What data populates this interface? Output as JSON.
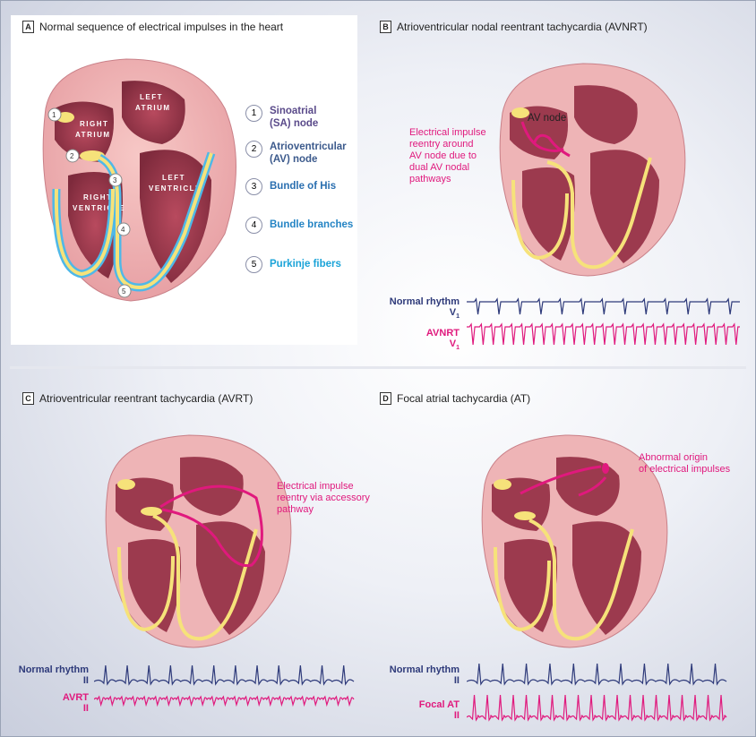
{
  "panels": {
    "a": {
      "letter": "A",
      "title": "Normal sequence of electrical impulses in the heart"
    },
    "b": {
      "letter": "B",
      "title": "Atrioventricular nodal reentrant tachycardia (AVNRT)"
    },
    "c": {
      "letter": "C",
      "title": "Atrioventricular reentrant tachycardia (AVRT)"
    },
    "d": {
      "letter": "D",
      "title": "Focal atrial tachycardia (AT)"
    }
  },
  "chambers": {
    "left_atrium_1": "LEFT",
    "left_atrium_2": "ATRIUM",
    "right_atrium_1": "RIGHT",
    "right_atrium_2": "ATRIUM",
    "left_ventricle_1": "LEFT",
    "left_ventricle_2": "VENTRICLE",
    "right_ventricle_1": "RIGHT",
    "right_ventricle_2": "VENTRICLE"
  },
  "markers": [
    "1",
    "2",
    "3",
    "4",
    "5"
  ],
  "legend": [
    {
      "num": "1",
      "line1": "Sinoatrial",
      "line2": "(SA) node",
      "color": "#5a4a8a"
    },
    {
      "num": "2",
      "line1": "Atrioventricular",
      "line2": "(AV) node",
      "color": "#3c5a8c"
    },
    {
      "num": "3",
      "line1": "Bundle of His",
      "line2": "",
      "color": "#2a6fb0"
    },
    {
      "num": "4",
      "line1": "Bundle branches",
      "line2": "",
      "color": "#2484c4"
    },
    {
      "num": "5",
      "line1": "Purkinje fibers",
      "line2": "",
      "color": "#1aa3d8"
    }
  ],
  "annotations": {
    "b_av_node": "AV node",
    "b_text": [
      "Electrical impulse",
      "reentry around",
      "AV node due to",
      "dual AV nodal",
      "pathways"
    ],
    "c_text": [
      "Electrical impulse",
      "reentry via accessory",
      "pathway"
    ],
    "d_text": [
      "Abnormal origin",
      "of electrical impulses"
    ]
  },
  "ecg": {
    "b": {
      "normal": "Normal rhythm",
      "normal_lead": "V",
      "abnormal": "AVNRT",
      "abnormal_lead": "V",
      "subscript": "1"
    },
    "c": {
      "normal": "Normal rhythm",
      "normal_lead": "II",
      "abnormal": "AVRT",
      "abnormal_lead": "II"
    },
    "d": {
      "normal": "Normal rhythm",
      "normal_lead": "II",
      "abnormal": "Focal AT",
      "abnormal_lead": "II"
    }
  },
  "colors": {
    "normal_ecg": "#2e3a7a",
    "abnormal": "#e0197d",
    "conduction": "#f6e27a",
    "purkinje": "#4fb8e8"
  }
}
